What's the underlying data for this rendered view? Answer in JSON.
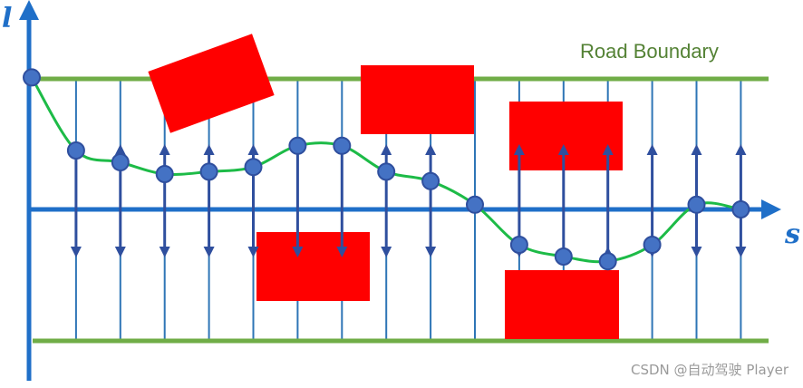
{
  "labels": {
    "road_boundary": "Road Boundary",
    "l_axis": "l",
    "s_axis": "s",
    "watermark": "CSDN @自动驾驶 Player"
  },
  "colors": {
    "axis": "#1f6fc8",
    "boundary": "#70ad47",
    "path": "#1dbb47",
    "sample_line": "#2e75b6",
    "arrow": "#2f4f9e",
    "node_fill": "#4472c4",
    "node_stroke": "#2f4f9e",
    "obstacle": "#ff0000",
    "road_text": "#548235"
  },
  "sampling": {
    "count": 17,
    "node_l": [
      0.56,
      0.25,
      0.2,
      0.15,
      0.16,
      0.18,
      0.27,
      0.27,
      0.16,
      0.12,
      0.02,
      -0.15,
      -0.2,
      -0.22,
      -0.15,
      0.02,
      0.0
    ],
    "direction": [
      "none",
      "both",
      "both",
      "both",
      "both",
      "both",
      "both",
      "both",
      "both",
      "both",
      "none",
      "both",
      "both",
      "both",
      "both",
      "both",
      "both"
    ]
  }
}
